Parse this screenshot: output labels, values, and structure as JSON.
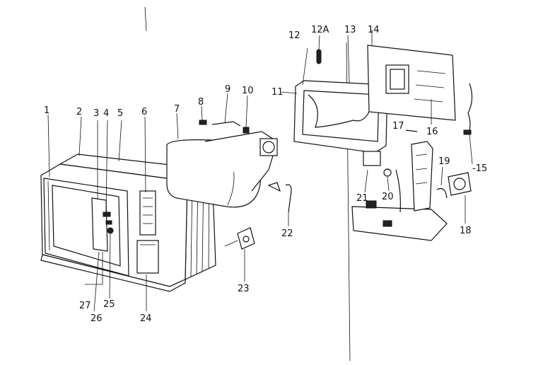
{
  "labels": {
    "l1": "1",
    "l2": "2",
    "l3": "3",
    "l4": "4",
    "l5": "5",
    "l6": "6",
    "l7": "7",
    "l8": "8",
    "l9": "9",
    "l10": "10",
    "l11": "11",
    "l12": "12",
    "l12a": "12A",
    "l13": "13",
    "l14": "14",
    "l15": "-15",
    "l16": "16",
    "l17": "17",
    "l18": "18",
    "l19": "19",
    "l20": "20",
    "l21": "21",
    "l22": "22",
    "l23": "23",
    "l24": "24",
    "l25": "25",
    "l26": "26",
    "l27": "27"
  }
}
